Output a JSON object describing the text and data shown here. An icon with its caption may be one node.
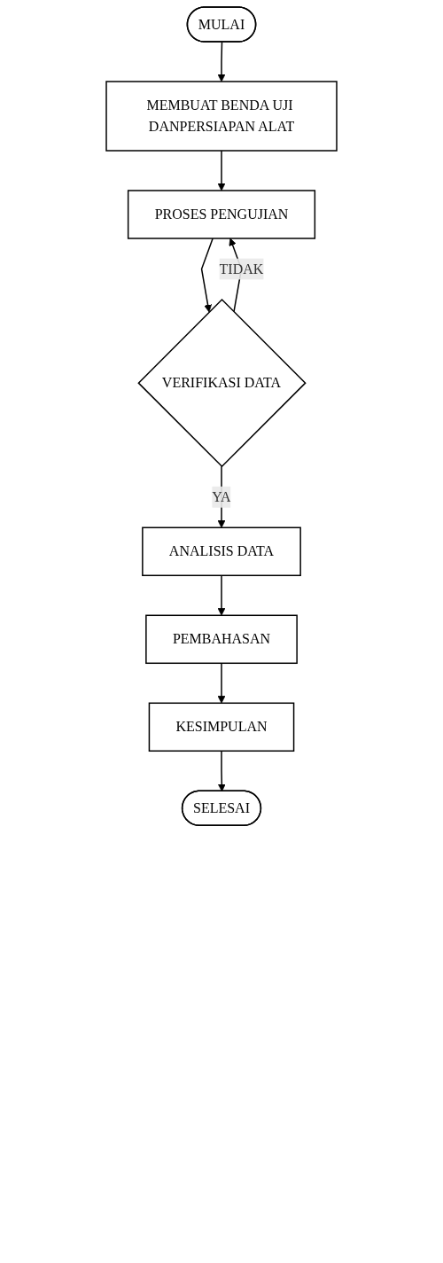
{
  "diagram": {
    "nodes": [
      {
        "text": [
          "MULAI"
        ]
      },
      {
        "text": [
          "MEMBUAT BENDA UJI DANPERSIAPAN ALAT"
        ]
      },
      {
        "text": [
          "PROSES PENGUJIAN"
        ]
      },
      {
        "text": [
          "VERIFIKASI DATA"
        ]
      },
      {
        "text": [
          "ANALISIS DATA"
        ]
      },
      {
        "text": [
          "PEMBAHASAN"
        ]
      },
      {
        "text": [
          "KESIMPULAN"
        ]
      },
      {
        "text": [
          "SELESAI"
        ]
      }
    ],
    "edges": [
      {
        "from": 0,
        "to": 1,
        "arrow": "to"
      },
      {
        "from": 1,
        "to": 2,
        "arrow": "to"
      },
      {
        "from": 2,
        "to": 3,
        "arrow": "to"
      },
      {
        "from": 3,
        "to": 2,
        "arrow": "to",
        "label": "TIDAK"
      },
      {
        "from": 3,
        "to": 4,
        "arrow": "to",
        "label": "YA"
      },
      {
        "from": 4,
        "to": 5,
        "arrow": "to"
      },
      {
        "from": 5,
        "to": 6,
        "arrow": "to"
      },
      {
        "from": 6,
        "to": 7,
        "arrow": "to"
      }
    ]
  }
}
